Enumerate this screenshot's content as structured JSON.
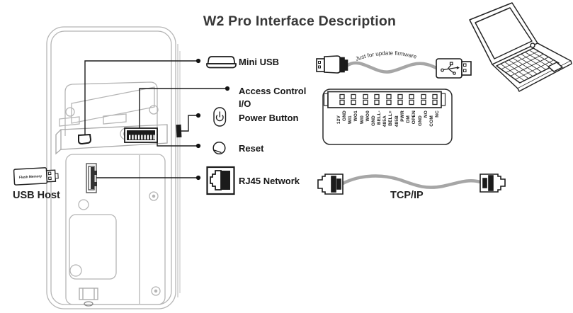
{
  "title": "W2 Pro Interface Description",
  "callouts": {
    "mini_usb": "Mini USB",
    "access_control": "Access Control I/O",
    "power_button": "Power Button",
    "reset": "Reset",
    "rj45": "RJ45 Network"
  },
  "usb_host": {
    "label": "USB Host",
    "flash_drive_text": "Flash Memory"
  },
  "usb_cable_note": "Just for update firmware",
  "tcpip_label": "TCP/IP",
  "terminal": {
    "columns": [
      {
        "bottom": "12V",
        "top": "GND"
      },
      {
        "bottom": "WI1",
        "top": "WO1"
      },
      {
        "bottom": "WI0",
        "top": "WO0"
      },
      {
        "bottom": "GND",
        "top": "BELL-"
      },
      {
        "bottom": "485A",
        "top": "BELL+"
      },
      {
        "bottom": "485B",
        "top": "PWR"
      },
      {
        "bottom": "DM",
        "top": "OPEN"
      },
      {
        "bottom": "GND",
        "top": "NO"
      },
      {
        "bottom": "COM",
        "top": "NC"
      }
    ]
  },
  "colors": {
    "ink": "#1b1b1b",
    "device_outline": "#b5b5b5",
    "cable_gray": "#a6a6a6"
  }
}
